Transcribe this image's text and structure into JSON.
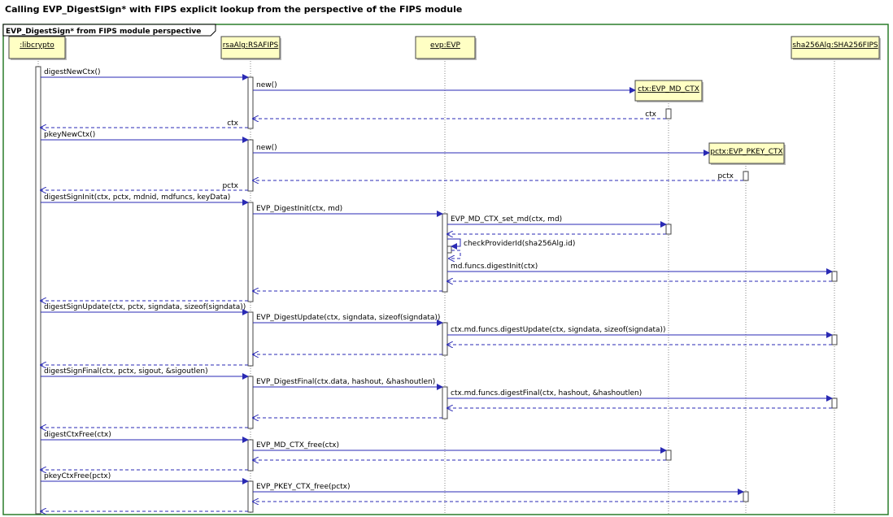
{
  "title": "Calling EVP_DigestSign* with FIPS explicit lookup from the perspective of the FIPS module",
  "frame_label": "EVP_DigestSign* from FIPS module perspective",
  "colors": {
    "frame": "#2a7d2a",
    "arrow": "#2a2ab4",
    "box_fill": "#ffffc4",
    "box_border": "#444444"
  },
  "lifelines": [
    {
      "id": "lib",
      "label": ":libcrypto"
    },
    {
      "id": "rsa",
      "label": "rsaAlg:RSAFIPS"
    },
    {
      "id": "evp",
      "label": "evp:EVP"
    },
    {
      "id": "ctx",
      "label": "ctx:EVP_MD_CTX",
      "created": true
    },
    {
      "id": "pctx",
      "label": "pctx:EVP_PKEY_CTX",
      "created": true
    },
    {
      "id": "sha",
      "label": "sha256Alg:SHA256FIPS"
    }
  ],
  "messages": [
    {
      "from": "lib",
      "to": "rsa",
      "label": "digestNewCtx()",
      "kind": "call"
    },
    {
      "from": "rsa",
      "to": "ctx",
      "label": "new()",
      "kind": "create"
    },
    {
      "from": "ctx",
      "to": "rsa",
      "label": "ctx",
      "kind": "return"
    },
    {
      "from": "rsa",
      "to": "lib",
      "label": "ctx",
      "kind": "return"
    },
    {
      "from": "lib",
      "to": "rsa",
      "label": "pkeyNewCtx()",
      "kind": "call"
    },
    {
      "from": "rsa",
      "to": "pctx",
      "label": "new()",
      "kind": "create"
    },
    {
      "from": "pctx",
      "to": "rsa",
      "label": "pctx",
      "kind": "return"
    },
    {
      "from": "rsa",
      "to": "lib",
      "label": "pctx",
      "kind": "return"
    },
    {
      "from": "lib",
      "to": "rsa",
      "label": "digestSignInit(ctx, pctx, mdnid, mdfuncs, keyData)",
      "kind": "call"
    },
    {
      "from": "rsa",
      "to": "evp",
      "label": "EVP_DigestInit(ctx, md)",
      "kind": "call"
    },
    {
      "from": "evp",
      "to": "ctx",
      "label": "EVP_MD_CTX_set_md(ctx, md)",
      "kind": "call"
    },
    {
      "from": "ctx",
      "to": "evp",
      "label": "",
      "kind": "return"
    },
    {
      "from": "evp",
      "to": "evp",
      "label": "checkProviderId(sha256Alg.id)",
      "kind": "self"
    },
    {
      "from": "evp",
      "to": "sha",
      "label": "md.funcs.digestInit(ctx)",
      "kind": "call"
    },
    {
      "from": "sha",
      "to": "evp",
      "label": "",
      "kind": "return"
    },
    {
      "from": "evp",
      "to": "rsa",
      "label": "",
      "kind": "return"
    },
    {
      "from": "rsa",
      "to": "lib",
      "label": "",
      "kind": "return"
    },
    {
      "from": "lib",
      "to": "rsa",
      "label": "digestSignUpdate(ctx, pctx, signdata, sizeof(signdata))",
      "kind": "call"
    },
    {
      "from": "rsa",
      "to": "evp",
      "label": "EVP_DigestUpdate(ctx, signdata, sizeof(signdata))",
      "kind": "call"
    },
    {
      "from": "evp",
      "to": "sha",
      "label": "ctx.md.funcs.digestUpdate(ctx, signdata, sizeof(signdata))",
      "kind": "call"
    },
    {
      "from": "sha",
      "to": "evp",
      "label": "",
      "kind": "return"
    },
    {
      "from": "evp",
      "to": "rsa",
      "label": "",
      "kind": "return"
    },
    {
      "from": "rsa",
      "to": "lib",
      "label": "",
      "kind": "return"
    },
    {
      "from": "lib",
      "to": "rsa",
      "label": "digestSignFinal(ctx, pctx, sigout, &sigoutlen)",
      "kind": "call"
    },
    {
      "from": "rsa",
      "to": "evp",
      "label": "EVP_DigestFinal(ctx.data, hashout, &hashoutlen)",
      "kind": "call"
    },
    {
      "from": "evp",
      "to": "sha",
      "label": "ctx.md.funcs.digestFinal(ctx, hashout, &hashoutlen)",
      "kind": "call"
    },
    {
      "from": "sha",
      "to": "evp",
      "label": "",
      "kind": "return"
    },
    {
      "from": "evp",
      "to": "rsa",
      "label": "",
      "kind": "return"
    },
    {
      "from": "rsa",
      "to": "lib",
      "label": "",
      "kind": "return"
    },
    {
      "from": "lib",
      "to": "rsa",
      "label": "digestCtxFree(ctx)",
      "kind": "call"
    },
    {
      "from": "rsa",
      "to": "ctx",
      "label": "EVP_MD_CTX_free(ctx)",
      "kind": "call"
    },
    {
      "from": "ctx",
      "to": "rsa",
      "label": "",
      "kind": "return"
    },
    {
      "from": "rsa",
      "to": "lib",
      "label": "",
      "kind": "return"
    },
    {
      "from": "lib",
      "to": "rsa",
      "label": "pkeyCtxFree(pctx)",
      "kind": "call"
    },
    {
      "from": "rsa",
      "to": "pctx",
      "label": "EVP_PKEY_CTX_free(pctx)",
      "kind": "call"
    },
    {
      "from": "pctx",
      "to": "rsa",
      "label": "",
      "kind": "return"
    },
    {
      "from": "rsa",
      "to": "lib",
      "label": "",
      "kind": "return"
    }
  ]
}
